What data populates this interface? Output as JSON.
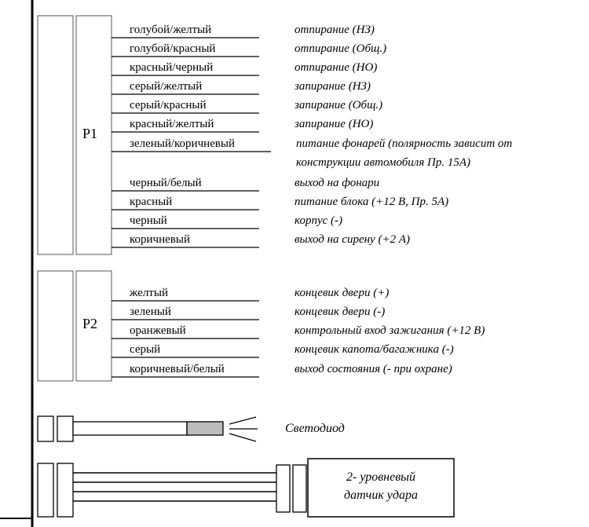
{
  "p1": {
    "label": "P1",
    "wires": [
      {
        "color": "голубой/желтый",
        "desc": "отпирание (НЗ)"
      },
      {
        "color": "голубой/красный",
        "desc": "отпирание (Общ.)"
      },
      {
        "color": "красный/черный",
        "desc": "отпирание (НО)"
      },
      {
        "color": "серый/желтый",
        "desc": "запирание (НЗ)"
      },
      {
        "color": "серый/красный",
        "desc": "запирание (Общ.)"
      },
      {
        "color": "красный/желтый",
        "desc": "запирание (НО)"
      },
      {
        "color": "зеленый/коричневый",
        "desc": "питание фонарей (полярность зависит от",
        "desc2": "конструкции автомобиля Пр. 15А)"
      },
      {
        "color": "черный/белый",
        "desc": "выход на фонари"
      },
      {
        "color": "красный",
        "desc": "питание блока (+12 В, Пр. 5А)"
      },
      {
        "color": "черный",
        "desc": "корпус (-)"
      },
      {
        "color": "коричневый",
        "desc": "выход на сирену (+2 А)"
      }
    ]
  },
  "p2": {
    "label": "P2",
    "wires": [
      {
        "color": "желтый",
        "desc": "концевик двери (+)"
      },
      {
        "color": "зеленый",
        "desc": "концевик двери (-)"
      },
      {
        "color": "оранжевый",
        "desc": "контрольный вход зажигания (+12 В)"
      },
      {
        "color": "серый",
        "desc": "концевик капота/багажника (-)"
      },
      {
        "color": "коричневый/белый",
        "desc": "выход состояния (- при охране)"
      }
    ]
  },
  "led": {
    "label": "Светодиод"
  },
  "sensor": {
    "line1": "2- уровневый",
    "line2": "датчик удара"
  }
}
